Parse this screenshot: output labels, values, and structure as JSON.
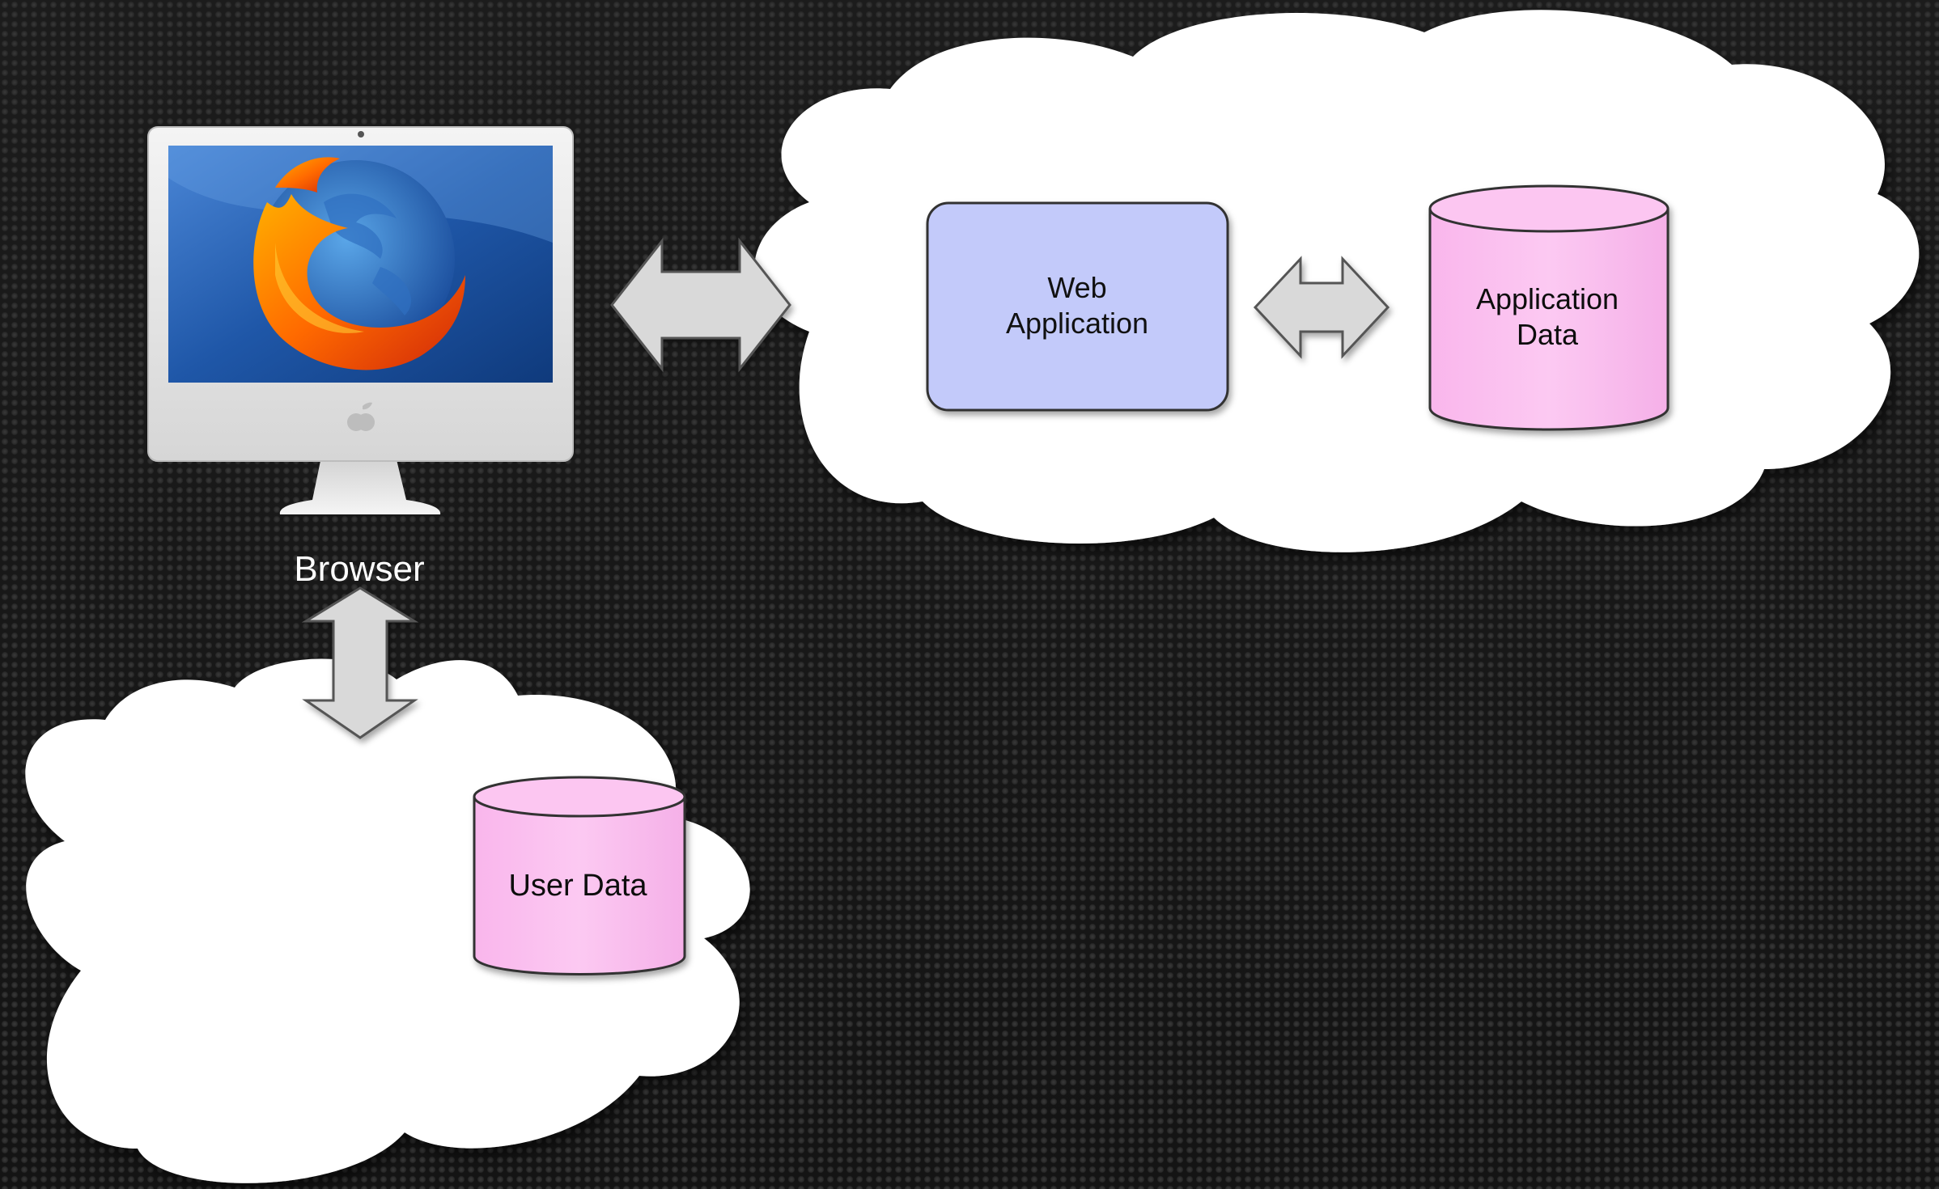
{
  "diagram": {
    "browser": {
      "label": "Browser",
      "icon": "firefox-logo-on-imac"
    },
    "web_application": {
      "label_line1": "Web",
      "label_line2": "Application"
    },
    "application_data": {
      "label_line1": "Application",
      "label_line2": "Data"
    },
    "user_data": {
      "label": "User Data"
    },
    "colors": {
      "background": "#1c1c1c",
      "cloud": "#ffffff",
      "web_app_box": "#c3cafa",
      "database": "#fbbcef",
      "arrow": "#d9d9d9"
    }
  }
}
